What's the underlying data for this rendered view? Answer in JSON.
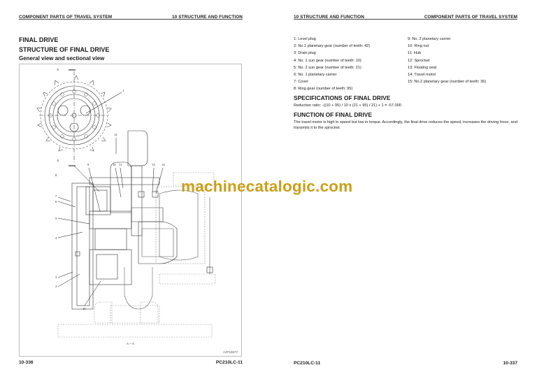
{
  "left_page": {
    "header": {
      "left": "COMPONENT PARTS OF TRAVEL SYSTEM",
      "right": "10 STRUCTURE AND FUNCTION"
    },
    "title": "FINAL DRIVE",
    "subtitle": "STRUCTURE OF FINAL DRIVE",
    "view_title": "General view and sectional view",
    "figure": {
      "section_label": "A",
      "caption": "A – A",
      "code": "A4P15877",
      "callouts": [
        "1",
        "2",
        "3",
        "4",
        "5",
        "6",
        "7",
        "8",
        "9",
        "10",
        "11",
        "12",
        "13",
        "14",
        "15"
      ]
    },
    "footer": {
      "page_number": "10-336",
      "model": "PC210LC-11"
    }
  },
  "right_page": {
    "header": {
      "left": "10 STRUCTURE AND FUNCTION",
      "right": "COMPONENT PARTS OF TRAVEL SYSTEM"
    },
    "parts": [
      "1: Level plug",
      "2: No.1 planetary gear (number of teeth: 42)",
      "3: Drain plug",
      "4: No. 1 sun gear (number of teeth: 10)",
      "5: No. 2 sun gear (number of teeth: 21)",
      "6: No. 1 planetary carrier",
      "7: Cover",
      "8: Ring gear (number of teeth: 95)",
      "9: No. 2 planetary carrier",
      "10: Ring nut",
      "11: Hub",
      "12: Sprocket",
      "13: Floating seal",
      "14: Travel motor",
      "15: No.2 planetary gear (number of teeth: 36)"
    ],
    "specifications": {
      "title": "SPECIFICATIONS OF FINAL DRIVE",
      "text": "Reduction ratio: -((10 + 95) / 10 x (21 + 95) / 21) + 1 = -57.000"
    },
    "function": {
      "title": "FUNCTION OF FINAL DRIVE",
      "text": "The travel motor is high in speed but low in torque. Accordingly, the final drive reduces the speed, increases the driving force, and transmits it to the sprocket."
    },
    "footer": {
      "model": "PC210LC-11",
      "page_number": "10-337"
    }
  },
  "watermark": {
    "text": "machinecatalogic.com",
    "color": "#caa01a"
  }
}
